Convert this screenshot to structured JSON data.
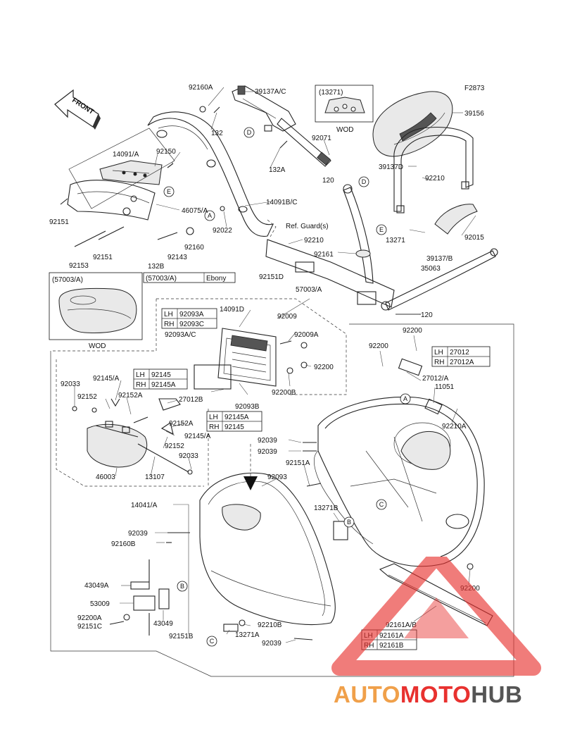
{
  "figure_code": "F2873",
  "front_label": "FRONT",
  "part_labels": [
    {
      "id": "92160A",
      "text": "92160A"
    },
    {
      "id": "39137AC",
      "text": "39137A/C"
    },
    {
      "id": "132",
      "text": "132"
    },
    {
      "id": "13271",
      "text": "(13271)"
    },
    {
      "id": "wod1",
      "text": "WOD"
    },
    {
      "id": "39156",
      "text": "39156"
    },
    {
      "id": "14091A",
      "text": "14091/A"
    },
    {
      "id": "92150",
      "text": "92150"
    },
    {
      "id": "92071",
      "text": "92071"
    },
    {
      "id": "132A",
      "text": "132A"
    },
    {
      "id": "120a",
      "text": "120"
    },
    {
      "id": "39137D",
      "text": "39137D"
    },
    {
      "id": "92210a",
      "text": "92210"
    },
    {
      "id": "14091BC",
      "text": "14091B/C"
    },
    {
      "id": "46075A",
      "text": "46075/A"
    },
    {
      "id": "92151a",
      "text": "92151"
    },
    {
      "id": "92022",
      "text": "92022"
    },
    {
      "id": "refguard",
      "text": "Ref. Guard(s)"
    },
    {
      "id": "92210b",
      "text": "92210"
    },
    {
      "id": "13271b",
      "text": "13271"
    },
    {
      "id": "92015",
      "text": "92015"
    },
    {
      "id": "92153",
      "text": "92153"
    },
    {
      "id": "92151b",
      "text": "92151"
    },
    {
      "id": "92143",
      "text": "92143"
    },
    {
      "id": "92160",
      "text": "92160"
    },
    {
      "id": "92161",
      "text": "92161"
    },
    {
      "id": "39137B",
      "text": "39137/B"
    },
    {
      "id": "35063",
      "text": "35063"
    },
    {
      "id": "132B",
      "text": "132B"
    },
    {
      "id": "92151D",
      "text": "92151D"
    },
    {
      "id": "57003Ap",
      "text": "(57003/A)"
    },
    {
      "id": "57003A",
      "text": "57003/A"
    },
    {
      "id": "120b",
      "text": "120"
    },
    {
      "id": "14091D",
      "text": "14091D"
    },
    {
      "id": "92009",
      "text": "92009"
    },
    {
      "id": "92093AC",
      "text": "92093A/C"
    },
    {
      "id": "92009A",
      "text": "92009A"
    },
    {
      "id": "92200a",
      "text": "92200"
    },
    {
      "id": "92200b",
      "text": "92200"
    },
    {
      "id": "wod2",
      "text": "WOD"
    },
    {
      "id": "92200c",
      "text": "92200"
    },
    {
      "id": "92200B",
      "text": "92200B"
    },
    {
      "id": "27012A",
      "text": "27012/A"
    },
    {
      "id": "11051",
      "text": "11051"
    },
    {
      "id": "92033a",
      "text": "92033"
    },
    {
      "id": "92145A",
      "text": "92145/A"
    },
    {
      "id": "92152",
      "text": "92152"
    },
    {
      "id": "92152A",
      "text": "92152A"
    },
    {
      "id": "27012B",
      "text": "27012B"
    },
    {
      "id": "92093B",
      "text": "92093B"
    },
    {
      "id": "92152Ab",
      "text": "92152A"
    },
    {
      "id": "92145Ab",
      "text": "92145/A"
    },
    {
      "id": "92210A",
      "text": "92210A"
    },
    {
      "id": "92152b",
      "text": "92152"
    },
    {
      "id": "92039a",
      "text": "92039"
    },
    {
      "id": "92039b",
      "text": "92039"
    },
    {
      "id": "92033b",
      "text": "92033"
    },
    {
      "id": "46003",
      "text": "46003"
    },
    {
      "id": "13107",
      "text": "13107"
    },
    {
      "id": "92151A",
      "text": "92151A"
    },
    {
      "id": "92093",
      "text": "92093"
    },
    {
      "id": "14041A",
      "text": "14041/A"
    },
    {
      "id": "13271B",
      "text": "13271B"
    },
    {
      "id": "92039c",
      "text": "92039"
    },
    {
      "id": "92160B",
      "text": "92160B"
    },
    {
      "id": "43049A",
      "text": "43049A"
    },
    {
      "id": "92200d",
      "text": "92200"
    },
    {
      "id": "53009",
      "text": "53009"
    },
    {
      "id": "43049",
      "text": "43049"
    },
    {
      "id": "92200A",
      "text": "92200A"
    },
    {
      "id": "92151C",
      "text": "92151C"
    },
    {
      "id": "92151B",
      "text": "92151B"
    },
    {
      "id": "92210B",
      "text": "92210B"
    },
    {
      "id": "92161AB",
      "text": "92161A/B"
    },
    {
      "id": "13271A",
      "text": "13271A"
    },
    {
      "id": "92039d",
      "text": "92039"
    }
  ],
  "tables": {
    "ebony": {
      "left": "(57003/A)",
      "right": "Ebony"
    },
    "t92093": [
      [
        "LH",
        "92093A"
      ],
      [
        "RH",
        "92093C"
      ]
    ],
    "t27012": [
      [
        "LH",
        "27012"
      ],
      [
        "RH",
        "27012A"
      ]
    ],
    "t92145a": [
      [
        "LH",
        "92145"
      ],
      [
        "RH",
        "92145A"
      ]
    ],
    "t92145b": [
      [
        "LH",
        "92145A"
      ],
      [
        "RH",
        "92145"
      ]
    ],
    "t92161": [
      [
        "LH",
        "92161A"
      ],
      [
        "RH",
        "92161B"
      ]
    ]
  },
  "callouts": {
    "A": "A",
    "B": "B",
    "C": "C",
    "D": "D",
    "E": "E"
  },
  "watermark": {
    "part1": "AUTO",
    "part2": "MOTO",
    "part3": "HUB",
    "color1": "#f0a04a",
    "color2": "#e8312f",
    "color3": "#555555"
  }
}
